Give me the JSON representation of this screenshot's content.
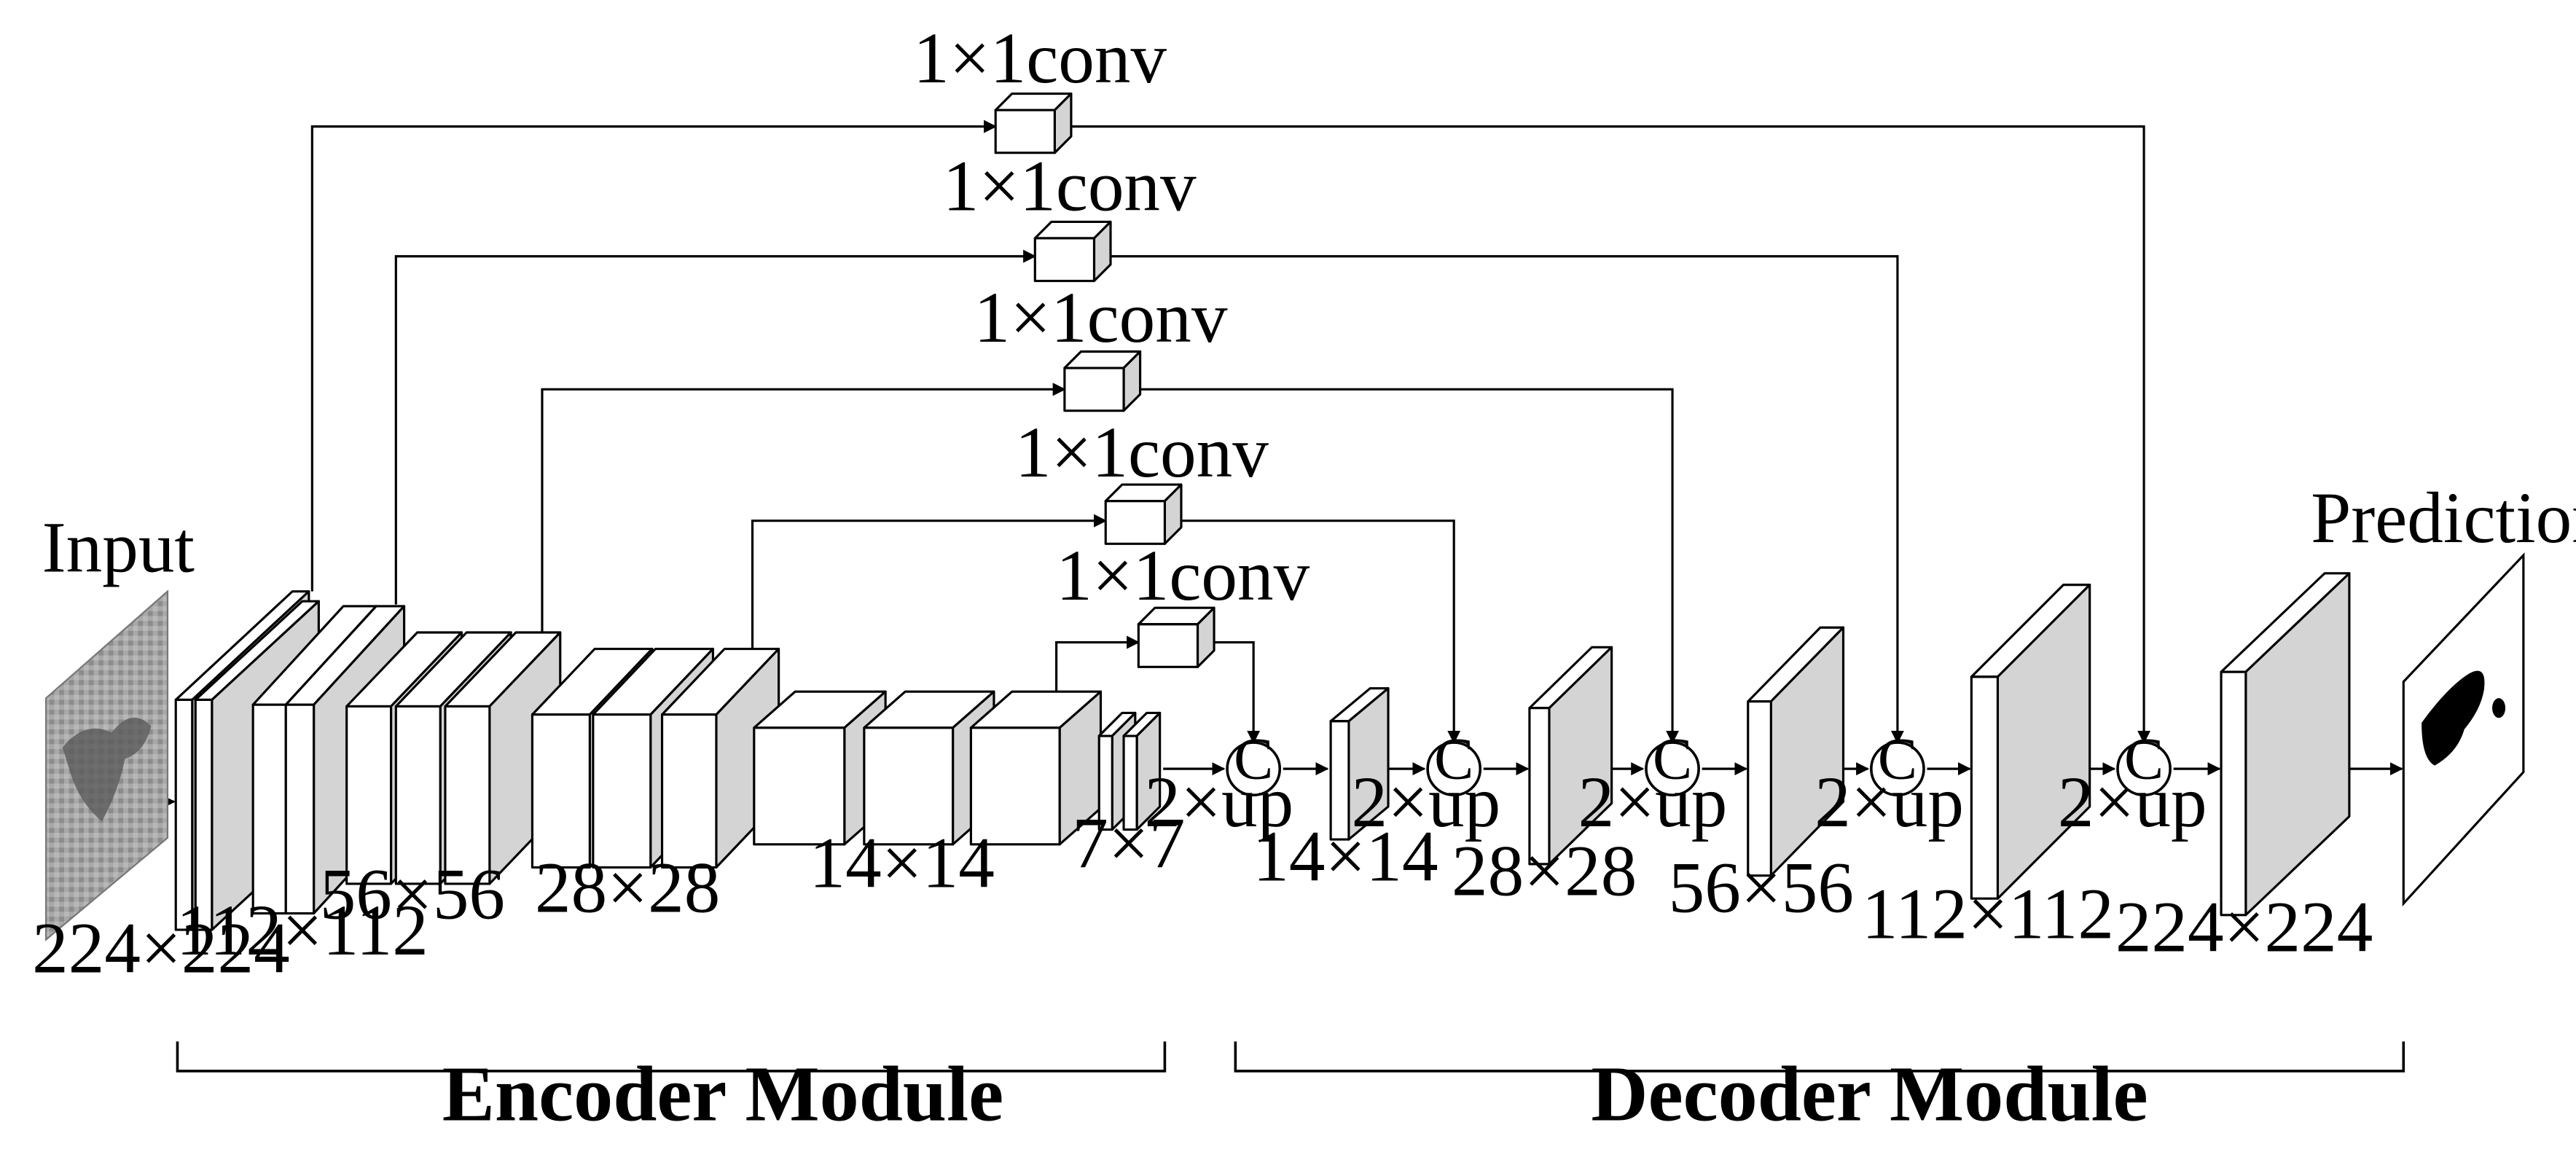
{
  "colors": {
    "face": "#ffffff",
    "side": "#d4d4d4",
    "stroke": "#000000"
  },
  "input": {
    "label": "Input",
    "size": "224×224"
  },
  "prediction": {
    "label": "Prediction"
  },
  "encoder": {
    "label": "Encoder Module",
    "stage_sizes": [
      "112×112",
      "56×56",
      "28×28",
      "14×14",
      "7×7"
    ]
  },
  "decoder": {
    "label": "Decoder Module",
    "stage_sizes": [
      "14×14",
      "28×28",
      "56×56",
      "112×112",
      "224×224"
    ],
    "up_label": "2×up",
    "concat_symbol": "C"
  },
  "skip_connection": {
    "label": "1×1conv"
  }
}
